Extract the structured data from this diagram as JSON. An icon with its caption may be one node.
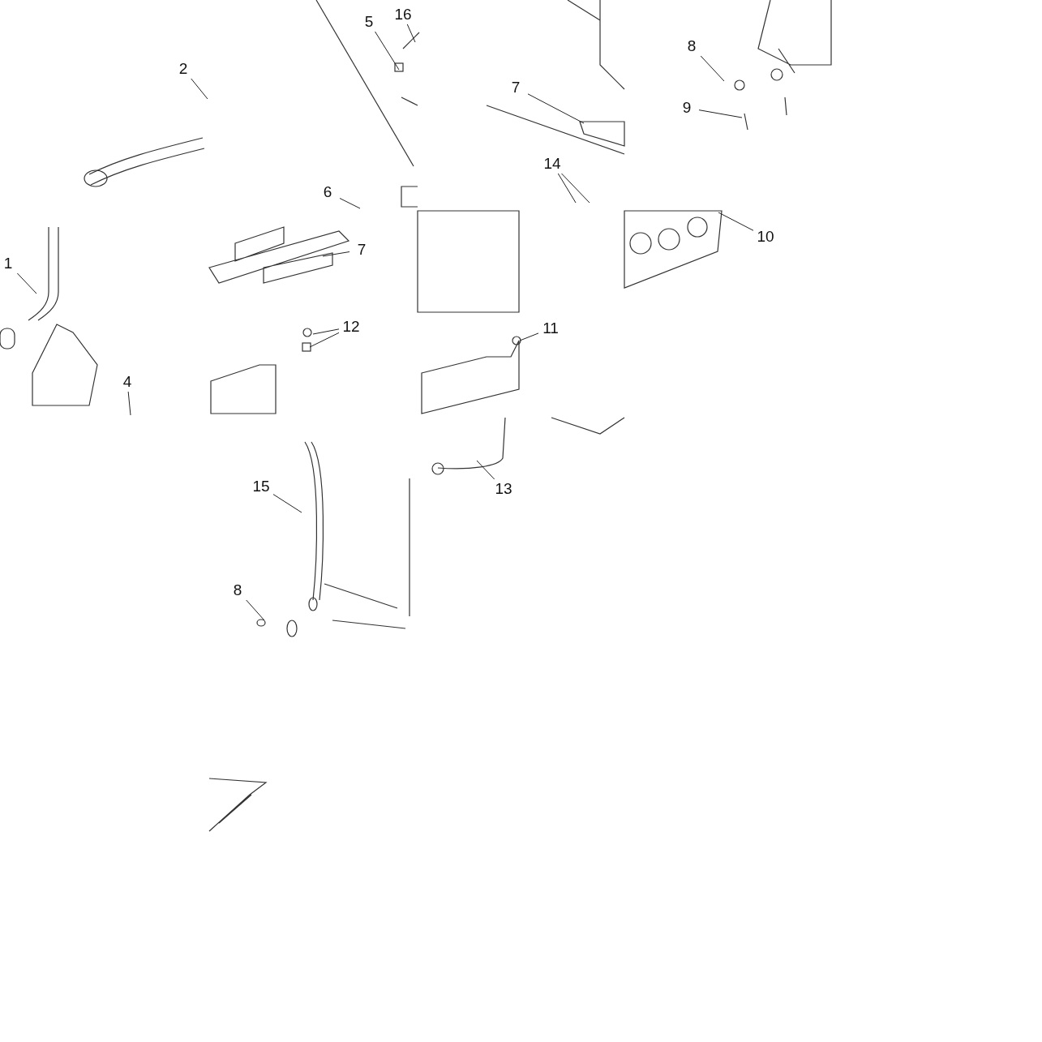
{
  "diagram": {
    "nodes": [
      {
        "text": [
          "16"
        ]
      },
      {
        "text": [
          "5"
        ]
      },
      {
        "text": [
          "8"
        ]
      },
      {
        "text": [
          "2"
        ]
      },
      {
        "text": [
          "7"
        ]
      },
      {
        "text": [
          "9"
        ]
      },
      {
        "text": [
          "14"
        ]
      },
      {
        "text": [
          "6"
        ]
      },
      {
        "text": [
          "10"
        ]
      },
      {
        "text": [
          "7"
        ]
      },
      {
        "text": [
          "1"
        ]
      },
      {
        "text": [
          "12"
        ]
      },
      {
        "text": [
          "11"
        ]
      },
      {
        "text": [
          "4"
        ]
      },
      {
        "text": [
          "15"
        ]
      },
      {
        "text": [
          "13"
        ]
      },
      {
        "text": [
          "8"
        ]
      }
    ],
    "edges": [
      {
        "from": 0,
        "to": null,
        "arrow": "none"
      },
      {
        "from": 1,
        "to": null,
        "arrow": "none"
      },
      {
        "from": 2,
        "to": null,
        "arrow": "none"
      },
      {
        "from": 3,
        "to": null,
        "arrow": "none"
      },
      {
        "from": 4,
        "to": null,
        "arrow": "none"
      },
      {
        "from": 5,
        "to": null,
        "arrow": "none"
      },
      {
        "from": 6,
        "to": null,
        "arrow": "none"
      },
      {
        "from": 6,
        "to": null,
        "arrow": "none"
      },
      {
        "from": 7,
        "to": null,
        "arrow": "none"
      },
      {
        "from": 8,
        "to": null,
        "arrow": "none"
      },
      {
        "from": 9,
        "to": null,
        "arrow": "none"
      },
      {
        "from": 10,
        "to": null,
        "arrow": "none"
      },
      {
        "from": 11,
        "to": null,
        "arrow": "none"
      },
      {
        "from": 11,
        "to": null,
        "arrow": "none"
      },
      {
        "from": 12,
        "to": null,
        "arrow": "none"
      },
      {
        "from": 13,
        "to": null,
        "arrow": "none"
      },
      {
        "from": 14,
        "to": null,
        "arrow": "none"
      },
      {
        "from": 15,
        "to": null,
        "arrow": "none"
      },
      {
        "from": 16,
        "to": null,
        "arrow": "none"
      }
    ]
  }
}
